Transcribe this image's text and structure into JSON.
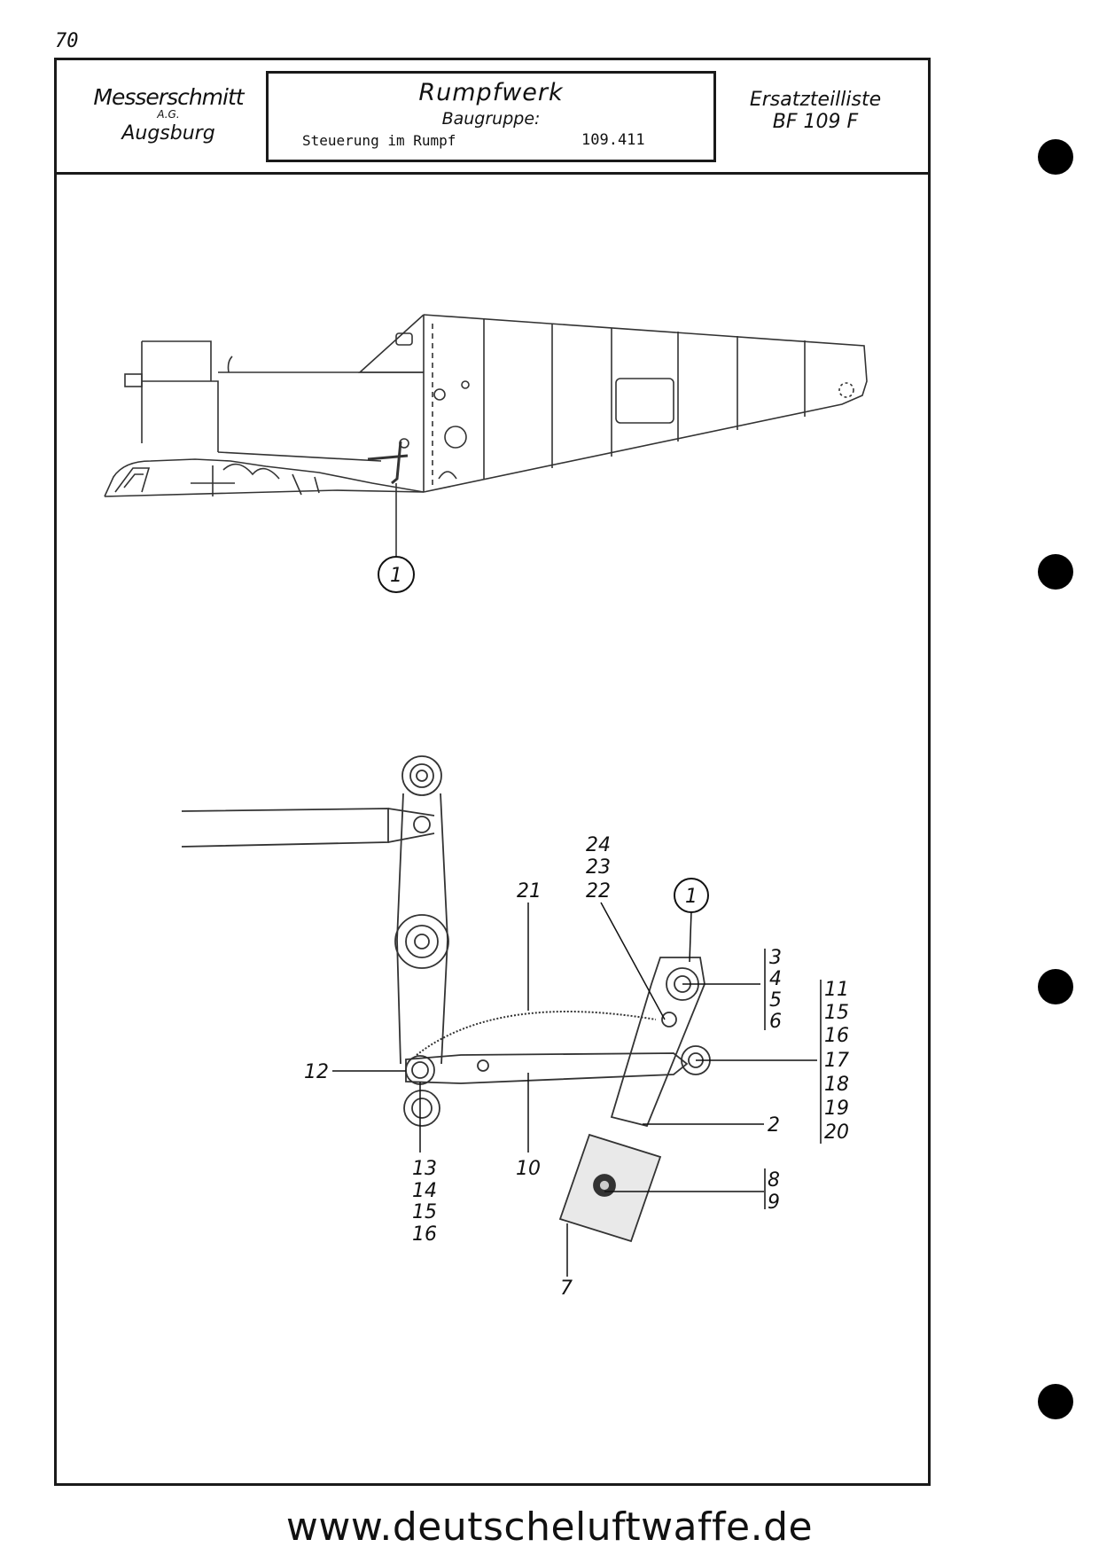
{
  "page": {
    "number": "70"
  },
  "header": {
    "company": "Messerschmitt",
    "company_suffix": "A.G.",
    "city": "Augsburg",
    "title": "Rumpfwerk",
    "group_label": "Baugruppe:",
    "subtitle": "Steuerung im Rumpf",
    "group_number": "109.411",
    "list_title": "Ersatzteilliste",
    "aircraft": "BF 109 F"
  },
  "drawing_top": {
    "callout": "1"
  },
  "drawing_bottom": {
    "callout": "1",
    "labels": {
      "stack_24_22": [
        "24",
        "23",
        "22"
      ],
      "n21": "21",
      "stack_3_6": [
        "3",
        "4",
        "5",
        "6"
      ],
      "stack_11_20": [
        "11",
        "15",
        "16",
        "17",
        "18",
        "19",
        "20"
      ],
      "n12": "12",
      "n2": "2",
      "stack_13_16": [
        "13",
        "14",
        "15",
        "16"
      ],
      "n10": "10",
      "stack_8_9": [
        "8",
        "9"
      ],
      "n7": "7"
    }
  },
  "footer": {
    "url": "www.deutscheluftwaffe.de"
  }
}
